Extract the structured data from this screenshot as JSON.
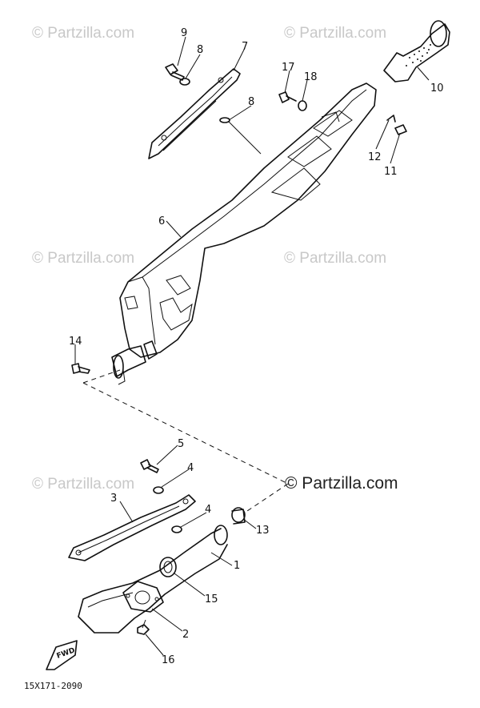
{
  "watermark": {
    "text": "© Partzilla.com"
  },
  "brand_label": "© Partzilla.com",
  "diagram_code": "15X171-2090",
  "fwd_label": "FWD",
  "callouts": [
    {
      "id": "c9",
      "label": "9"
    },
    {
      "id": "c8a",
      "label": "8"
    },
    {
      "id": "c7",
      "label": "7"
    },
    {
      "id": "c17",
      "label": "17"
    },
    {
      "id": "c18",
      "label": "18"
    },
    {
      "id": "c8b",
      "label": "8"
    },
    {
      "id": "c10",
      "label": "10"
    },
    {
      "id": "c12",
      "label": "12"
    },
    {
      "id": "c11",
      "label": "11"
    },
    {
      "id": "c6",
      "label": "6"
    },
    {
      "id": "c14",
      "label": "14"
    },
    {
      "id": "c5",
      "label": "5"
    },
    {
      "id": "c4a",
      "label": "4"
    },
    {
      "id": "c3",
      "label": "3"
    },
    {
      "id": "c4b",
      "label": "4"
    },
    {
      "id": "c13",
      "label": "13"
    },
    {
      "id": "c1",
      "label": "1"
    },
    {
      "id": "c15",
      "label": "15"
    },
    {
      "id": "c2",
      "label": "2"
    },
    {
      "id": "c16",
      "label": "16"
    }
  ]
}
